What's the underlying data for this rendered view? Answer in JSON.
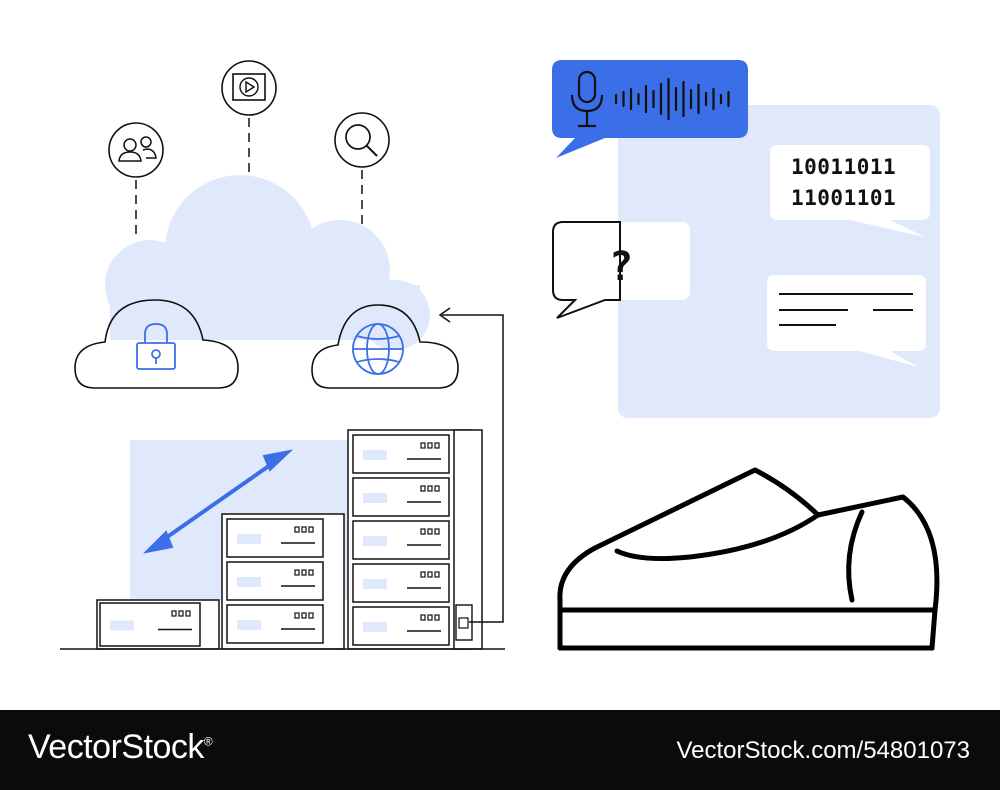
{
  "illustration": {
    "binary_top": "10011011",
    "binary_bottom": "11001101",
    "question_mark": "?",
    "colors": {
      "accent_blue": "#3b6fe8",
      "pale_blue": "#e0e9fb",
      "ink": "#111111"
    },
    "icons": [
      "users-icon",
      "play-icon",
      "search-icon",
      "lock-icon",
      "globe-icon",
      "microphone-icon",
      "double-arrow-icon",
      "sneaker-shoe"
    ]
  },
  "footer": {
    "brand": "VectorStock",
    "brand_mark": "®",
    "image_id": "VectorStock.com/54801073"
  }
}
